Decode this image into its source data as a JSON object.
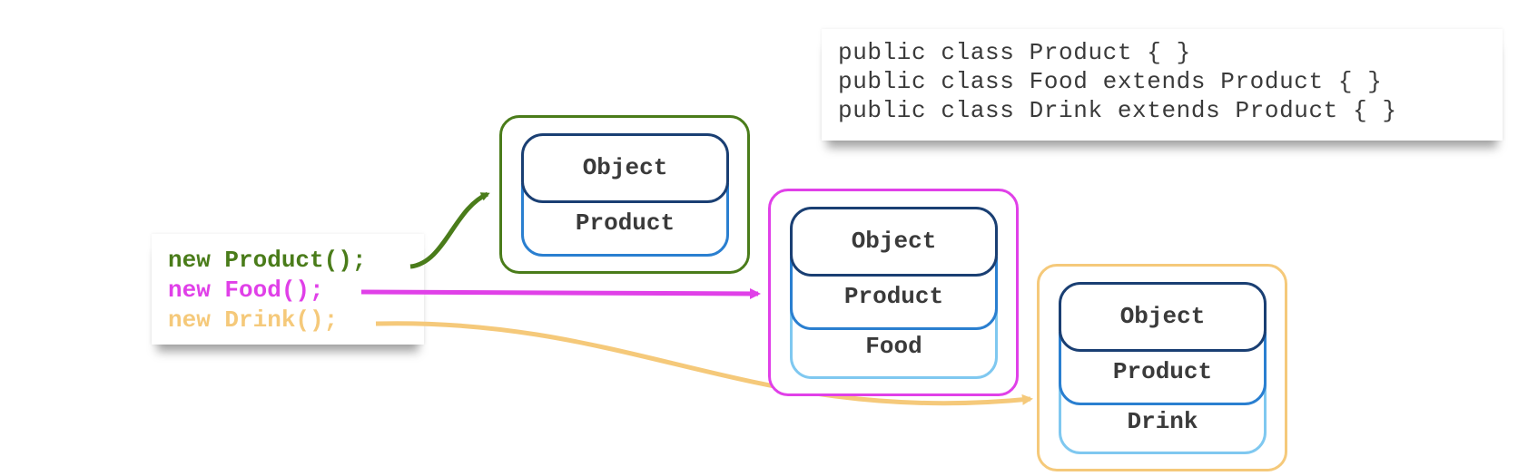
{
  "class_declarations": [
    "public class Product { }",
    "public class Food extends Product { }",
    "public class Drink extends Product { }"
  ],
  "constructors": [
    {
      "text": "new Product();",
      "color": "#4a7c1a"
    },
    {
      "text": "new Food();",
      "color": "#e040e8"
    },
    {
      "text": "new Drink();",
      "color": "#f5c97a"
    }
  ],
  "instances": [
    {
      "frame_color": "#4a7c1a",
      "layers": [
        "Object",
        "Product"
      ]
    },
    {
      "frame_color": "#e040e8",
      "layers": [
        "Object",
        "Product",
        "Food"
      ]
    },
    {
      "frame_color": "#f5c97a",
      "layers": [
        "Object",
        "Product",
        "Drink"
      ]
    }
  ],
  "layer_colors": {
    "object": "#1a3f73",
    "product": "#2a7fd0",
    "subclass": "#7fc8f0"
  }
}
